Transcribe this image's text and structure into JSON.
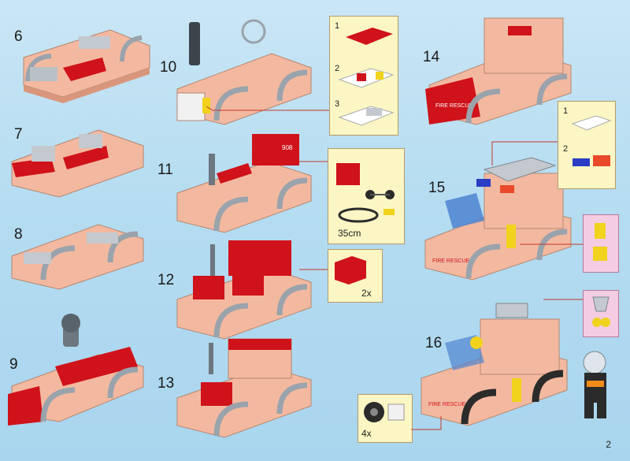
{
  "steps": [
    "6",
    "7",
    "8",
    "9",
    "10",
    "11",
    "12",
    "13",
    "14",
    "15",
    "16"
  ],
  "callouts": {
    "step10_sub": [
      "1",
      "2",
      "3"
    ],
    "step11_length": "35cm",
    "step12_qty": "2x",
    "step15_sub": [
      "1",
      "2"
    ],
    "step16_qty": "4x"
  },
  "decals": {
    "plate": "908",
    "text": "FIRE RESCUE"
  },
  "page_number": "2",
  "colors": {
    "body": "#f3b9a0",
    "red": "#d0121a",
    "gray": "#a9b1b8",
    "yellow": "#f1d21c",
    "callout": "#fbf6c4",
    "callout_pink": "#f4cde2"
  }
}
